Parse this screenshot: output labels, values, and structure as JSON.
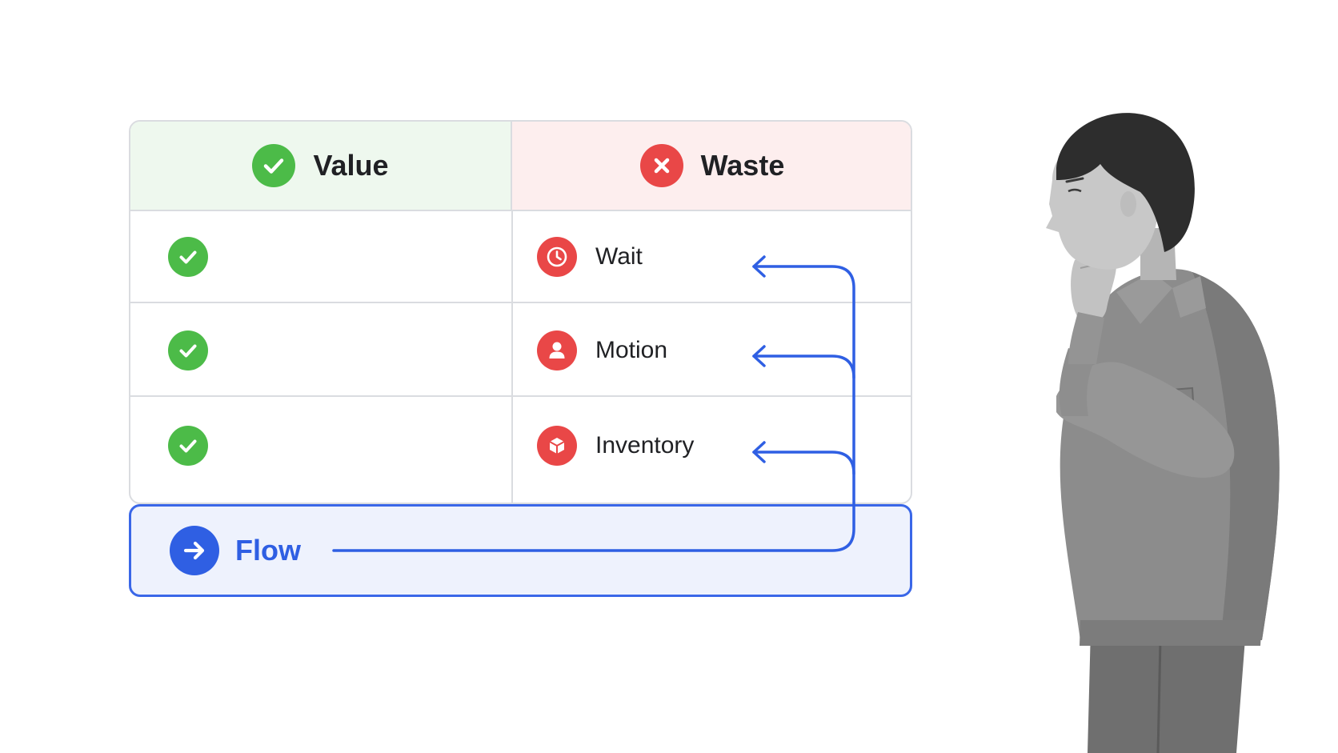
{
  "header": {
    "value_label": "Value",
    "waste_label": "Waste"
  },
  "rows": [
    {
      "value_icon": "check-icon",
      "waste_icon": "clock-icon",
      "waste_label": "Wait"
    },
    {
      "value_icon": "check-icon",
      "waste_icon": "person-icon",
      "waste_label": "Motion"
    },
    {
      "value_icon": "check-icon",
      "waste_icon": "box-icon",
      "waste_label": "Inventory"
    }
  ],
  "flow": {
    "label": "Flow",
    "icon": "arrow-right-icon"
  },
  "colors": {
    "value_green": "#4cbb48",
    "waste_red": "#e94747",
    "flow_blue": "#2f5fe3",
    "value_header_bg": "#eef8ee",
    "waste_header_bg": "#fdeeee",
    "flow_bg": "#eef2fd"
  },
  "illustration": "thinking-worker-photo"
}
